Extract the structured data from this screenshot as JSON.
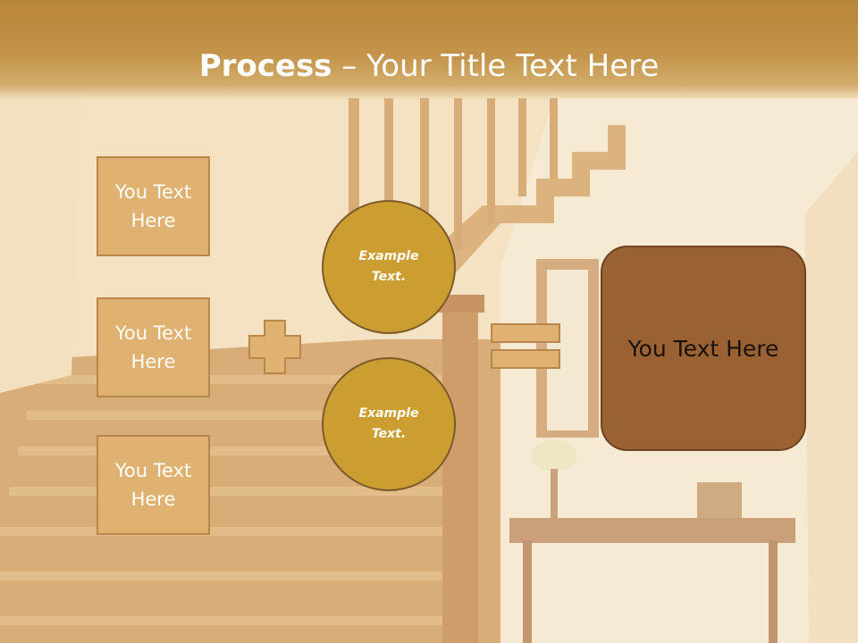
{
  "slide": {
    "title_bold": "Process",
    "title_rest": " – Your Title Text Here"
  },
  "left_boxes": [
    {
      "text": "You Text Here"
    },
    {
      "text": "You Text Here"
    },
    {
      "text": "You Text Here"
    }
  ],
  "circles": [
    {
      "text": "Example Text."
    },
    {
      "text": "Example Text."
    }
  ],
  "result": {
    "text": "You Text Here"
  },
  "colors": {
    "title_bar": "#c3944a",
    "box_fill": "#e0b271",
    "circle_fill": "#cc9e32",
    "result_fill": "#9a6133"
  }
}
